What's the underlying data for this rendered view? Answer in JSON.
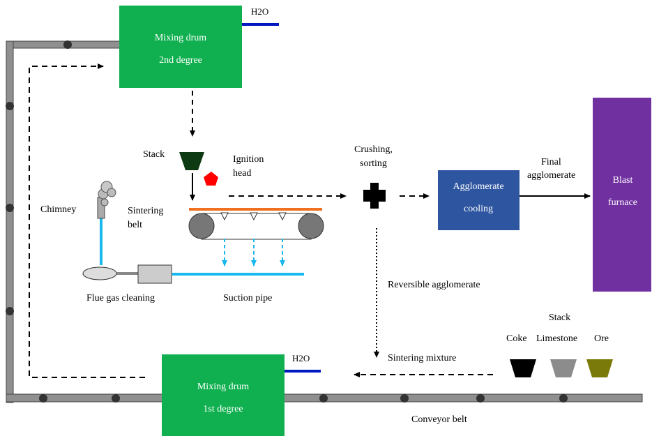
{
  "mixing_drum_2": {
    "line1": "Mixing drum",
    "line2": "2nd degree",
    "water": "H2O",
    "color": "#10b050"
  },
  "mixing_drum_1": {
    "line1": "Mixing drum",
    "line2": "1st degree",
    "water": "H2O",
    "color": "#10b050"
  },
  "labels": {
    "stack_top": "Stack",
    "ignition_line1": "Ignition",
    "ignition_line2": "head",
    "chimney": "Chimney",
    "sintering_line1": "Sintering",
    "sintering_line2": "belt",
    "flue_gas": "Flue gas cleaning",
    "suction_pipe": "Suction pipe",
    "crushing_line1": "Crushing,",
    "crushing_line2": "sorting",
    "reversible": "Reversible agglomerate",
    "final_line1": "Final",
    "final_line2": "agglomerate",
    "sintering_mixture": "Sintering mixture",
    "stack_bottom": "Stack",
    "coke": "Coke",
    "limestone": "Limestone",
    "ore": "Ore",
    "conveyor": "Conveyor belt"
  },
  "agglomerate_cooling": {
    "line1": "Agglomerate",
    "line2": "cooling",
    "color": "#2e56a0"
  },
  "blast_furnace": {
    "line1": "Blast",
    "line2": "furnace",
    "color": "#7030a0"
  },
  "colors": {
    "belt": "#f07020",
    "pipe": "#18b8ee",
    "water_line": "#0018c0",
    "ignition": "#ff0000",
    "stack_top": "#0d3a12",
    "coke": "#000000",
    "limestone": "#8c8c8c",
    "ore": "#7a7a0a",
    "conveyor_frame": "#808080"
  },
  "icons": [
    "stack-hopper-icon",
    "ignition-head-icon",
    "chimney-smoke-icon",
    "crusher-cross-icon",
    "filter-icon",
    "pulley-icon"
  ]
}
